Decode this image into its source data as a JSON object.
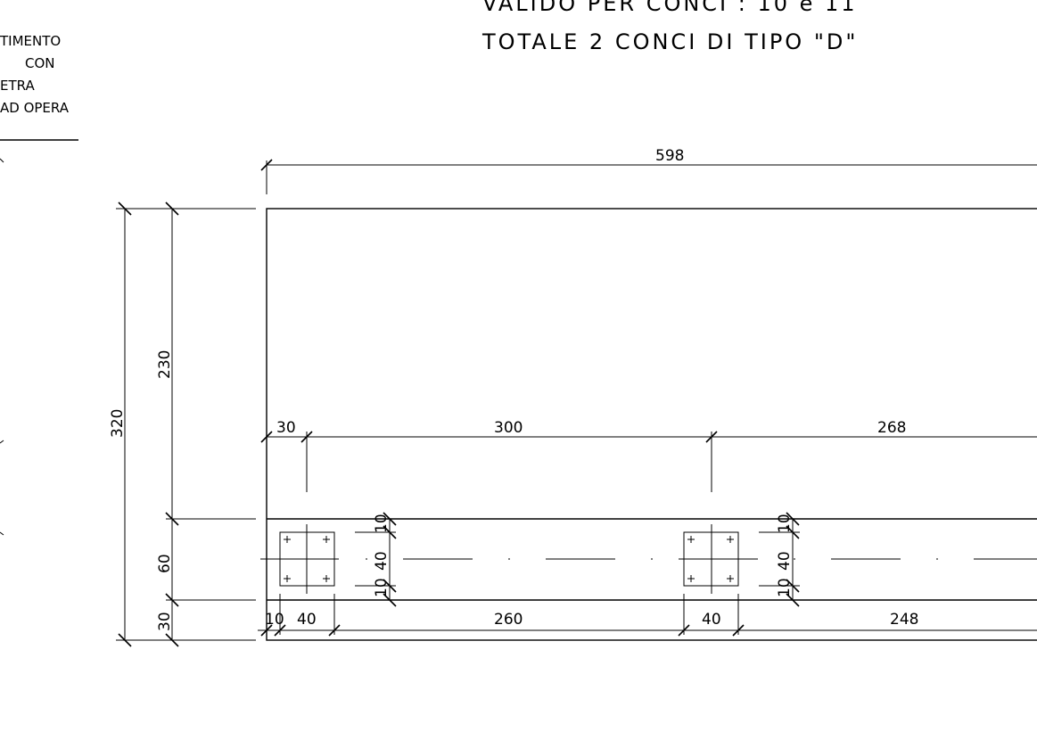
{
  "title_lines": [
    "VALIDO PER CONCI : 10 e 11",
    "TOTALE 2 CONCI DI TIPO \"D\""
  ],
  "side_notes": [
    "TIMENTO",
    "CON",
    "ETRA",
    "AD OPERA"
  ],
  "dimensions": {
    "overall_length": "598",
    "total_height": "320",
    "upper_height": "230",
    "pocket_height": "60",
    "bottom_height": "30",
    "upper_offset": "30",
    "upper_spacing": "300",
    "upper_remainder": "268",
    "plate_top_edge": "10",
    "plate_size": "40",
    "plate_bottom_edge": "10",
    "lower_edge": "10",
    "lower_plate_1": "40",
    "lower_spacing": "260",
    "lower_plate_2": "40",
    "lower_remainder": "248"
  }
}
